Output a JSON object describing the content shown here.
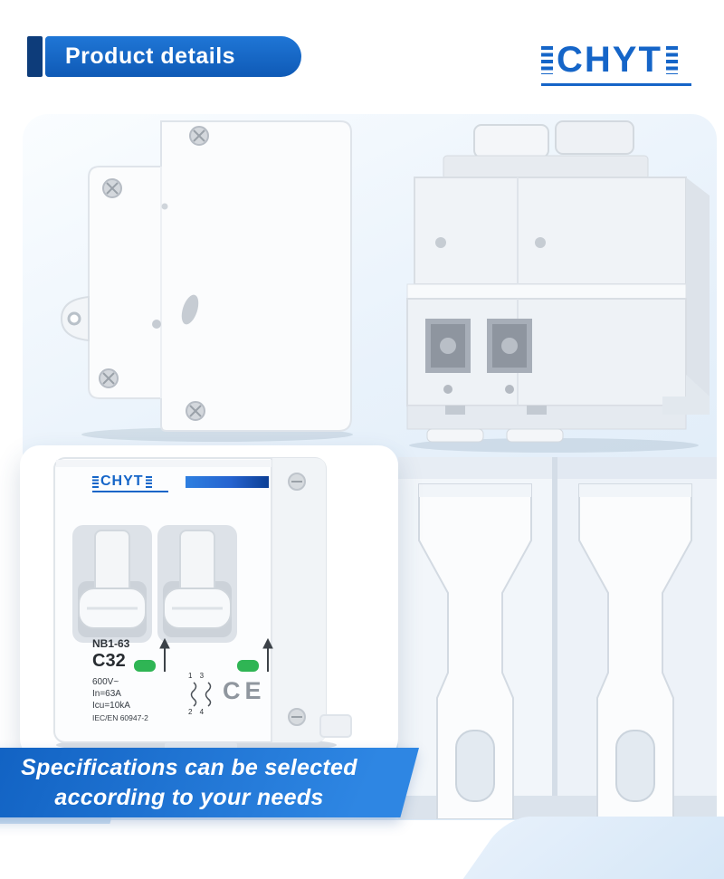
{
  "header": {
    "title": "Product details",
    "brand_logo": {
      "full": "ICHYTI",
      "mid_letters": "CHYT"
    }
  },
  "breaker_label": {
    "brand_full": "ICHYTI",
    "brand_mid_letters": "CHYT",
    "model": "NB1-63",
    "rating": "C32",
    "voltage": "600V~",
    "rated_current": "In=63A",
    "breaking_capacity": "Icu=10kA",
    "standard": "IEC/EN 60947-2",
    "ce_mark": "CE",
    "terminal_marks_top": "1 3",
    "terminal_marks_bottom": "2 4"
  },
  "banner": {
    "line1": "Specifications can be selected",
    "line2": "according to your needs"
  },
  "colors": {
    "brand_blue": "#1565c8",
    "header_accent_navy": "#0d3c7a",
    "banner_gradient_start": "#0f5fc0",
    "banner_gradient_end": "#2e86e3",
    "photo_background": "#e3eefa",
    "indicator_green": "#2fb554",
    "label_stripe_blue": "#2e7fe0",
    "label_stripe_navy": "#0c3f95"
  }
}
